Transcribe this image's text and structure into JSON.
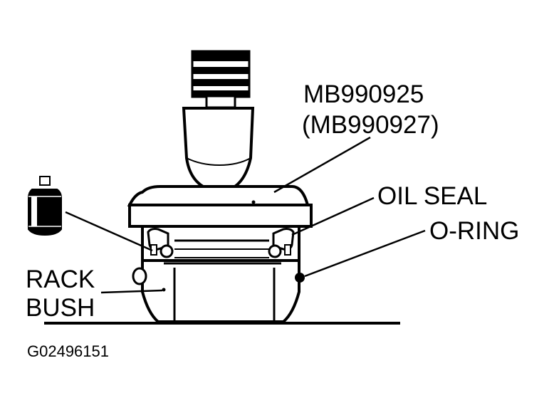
{
  "labels": {
    "tool_part_number": "MB990925",
    "tool_part_number_alt": "(MB990927)",
    "oil_seal": "OIL SEAL",
    "o_ring": "O-RING",
    "rack_bush_line1": "RACK",
    "rack_bush_line2": "BUSH",
    "figure_id": "G02496151"
  },
  "colors": {
    "ink": "#000000",
    "paper": "#ffffff"
  }
}
